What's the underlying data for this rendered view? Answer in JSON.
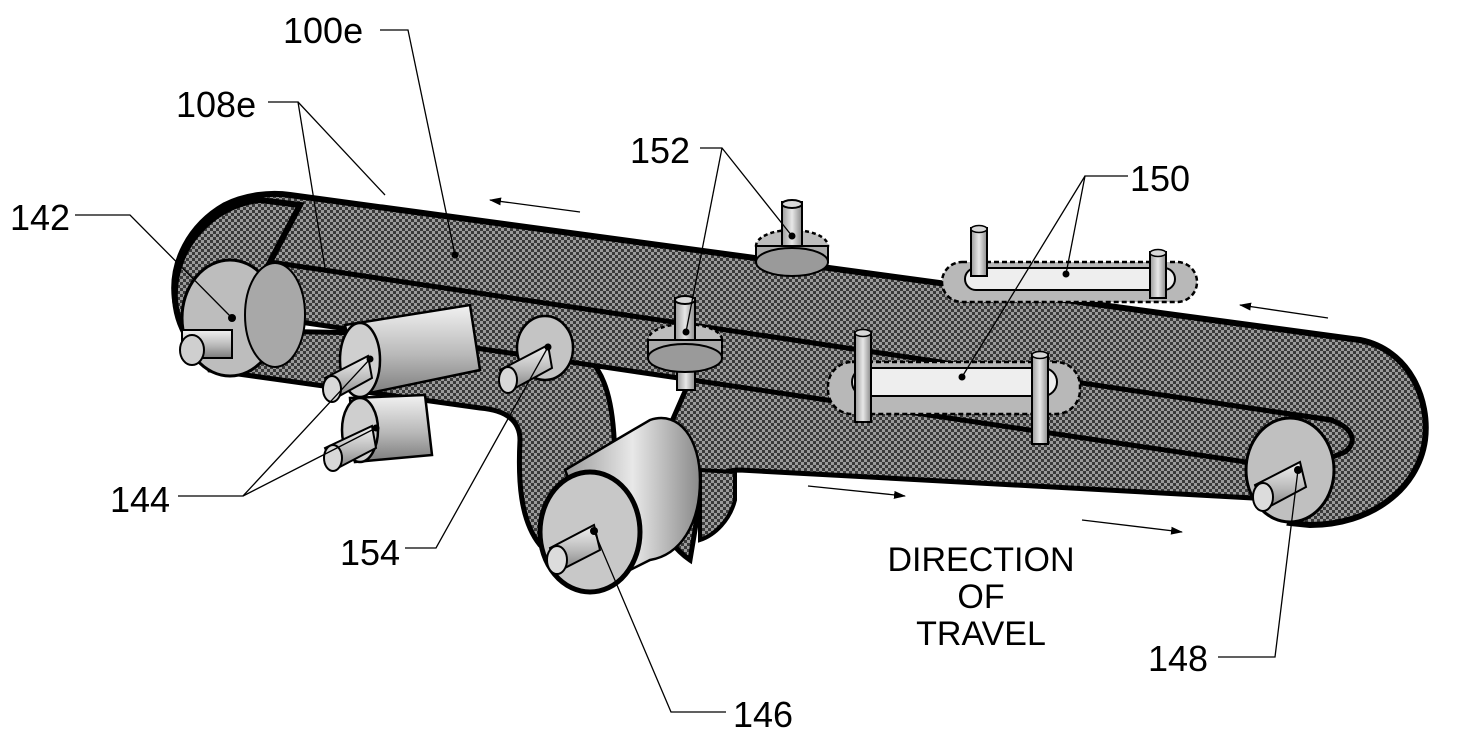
{
  "labels": {
    "ref_100e": "100e",
    "ref_108e": "108e",
    "ref_142": "142",
    "ref_144": "144",
    "ref_146": "146",
    "ref_148": "148",
    "ref_150": "150",
    "ref_152": "152",
    "ref_154": "154"
  },
  "direction": {
    "line1": "DIRECTION",
    "line2": "OF",
    "line3": "TRAVEL"
  }
}
